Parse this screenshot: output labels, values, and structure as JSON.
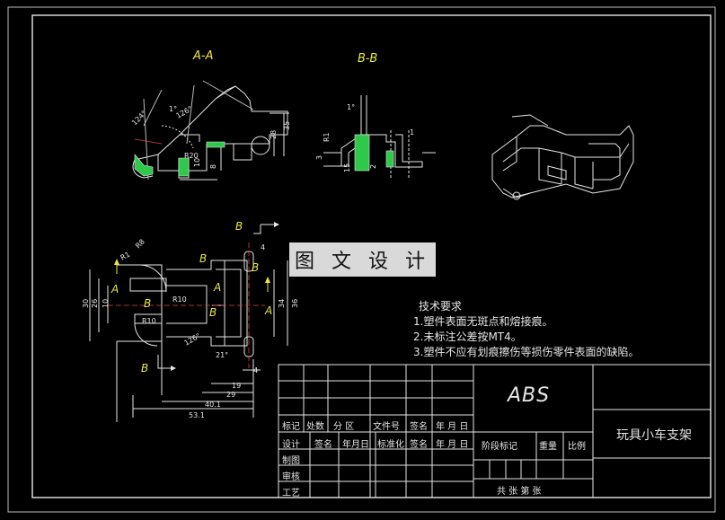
{
  "views": {
    "section_aa": "A-A",
    "section_bb": "B-B"
  },
  "markers": {
    "b_top": "B",
    "b_bottom": "B",
    "b_left_upper": "B",
    "b_right_upper": "B",
    "b_mid_left": "B",
    "b_mid": "B",
    "a_left": "A",
    "a_right": "A",
    "a_mid": "A"
  },
  "dimensions": {
    "d53_1": "53.1",
    "d40_1": "40.1",
    "d29": "29",
    "d19": "19",
    "d4a": "4",
    "d4b": "4",
    "d36": "36",
    "d34": "34",
    "d30": "30",
    "d26": "26",
    "d10": "10",
    "r8": "R8",
    "r1": "R1",
    "r10": "R10",
    "r10b": "R10",
    "r20": "R20",
    "a126": "126°",
    "a124": "124°",
    "a126b": "126°",
    "a1": "1°",
    "d10b": "10",
    "d8": "8",
    "d3": "3",
    "d15": "15",
    "d2": "2",
    "d1": "1",
    "d21": "21°",
    "d35": "35",
    "d28": "28"
  },
  "watermark": "图 文 设 计",
  "notes": {
    "heading": "技术要求",
    "items": [
      "1.塑件表面无斑点和熔接痕。",
      "2.未标注公差按MT4。",
      "3.塑件不应有划痕擦伤等损伤零件表面的缺陷。"
    ]
  },
  "title_block": {
    "material": "ABS",
    "part_name": "玩具小车支架",
    "row_labels": [
      "标记",
      "处数",
      "分  区",
      "文件号",
      "签名",
      "年 月 日"
    ],
    "row2_labels": [
      "设计",
      "签名",
      "年月日",
      "标准化",
      "签名",
      "年 月 日"
    ],
    "left_labels": [
      "制图",
      "审核",
      "工艺"
    ],
    "stage_label": "阶段标记",
    "weight_label": "重量",
    "scale_label": "比例",
    "sheet_footer": "共    张  第    张"
  },
  "colors": {
    "background": "#000000",
    "lines": "#e6e6e6",
    "annotation": "#e8e840",
    "centerline": "#e04040",
    "hatch": "#2ec84a"
  }
}
